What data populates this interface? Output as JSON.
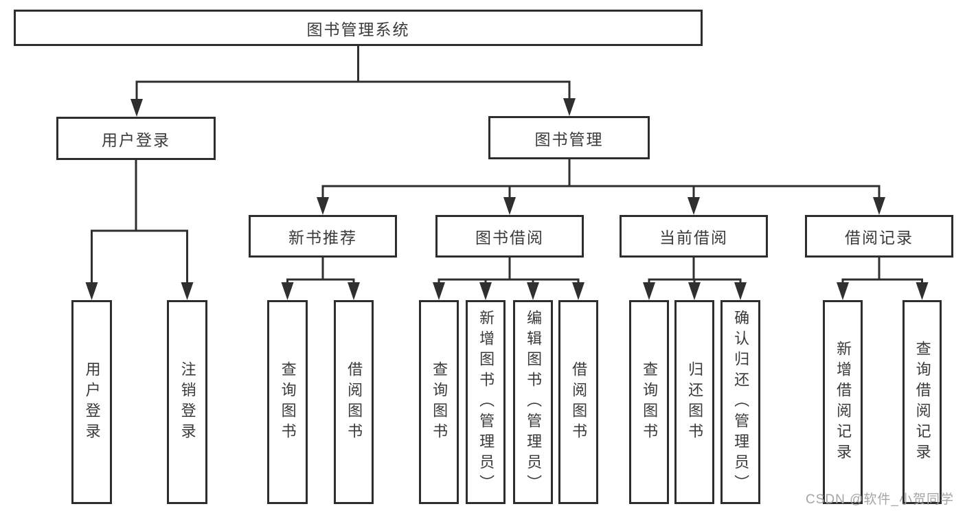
{
  "diagram": {
    "root": {
      "label": "图书管理系统"
    },
    "level2": [
      {
        "label": "用户登录"
      },
      {
        "label": "图书管理"
      }
    ],
    "level3": [
      {
        "label": "新书推荐",
        "parent": "图书管理"
      },
      {
        "label": "图书借阅",
        "parent": "图书管理"
      },
      {
        "label": "当前借阅",
        "parent": "图书管理"
      },
      {
        "label": "借阅记录",
        "parent": "图书管理"
      }
    ],
    "leaves": [
      {
        "label": "用户登录",
        "parent": "用户登录"
      },
      {
        "label": "注销登录",
        "parent": "用户登录"
      },
      {
        "label": "查询图书",
        "parent": "新书推荐"
      },
      {
        "label": "借阅图书",
        "parent": "新书推荐"
      },
      {
        "label": "查询图书",
        "parent": "图书借阅"
      },
      {
        "label": "新增图书（管理员）",
        "parent": "图书借阅"
      },
      {
        "label": "编辑图书（管理员）",
        "parent": "图书借阅"
      },
      {
        "label": "借阅图书",
        "parent": "图书借阅"
      },
      {
        "label": "查询图书",
        "parent": "当前借阅"
      },
      {
        "label": "归还图书",
        "parent": "当前借阅"
      },
      {
        "label": "确认归还（管理员）",
        "parent": "当前借阅"
      },
      {
        "label": "新增借阅记录",
        "parent": "借阅记录"
      },
      {
        "label": "查询借阅记录",
        "parent": "借阅记录"
      }
    ]
  },
  "watermark": {
    "text": "CSDN @软件_小贺同学"
  },
  "colors": {
    "line": "#2f2f2f",
    "border": "#2d2d2d",
    "text": "#3a3a3a",
    "background": "#ffffff",
    "watermark": "#a5a5a5"
  }
}
